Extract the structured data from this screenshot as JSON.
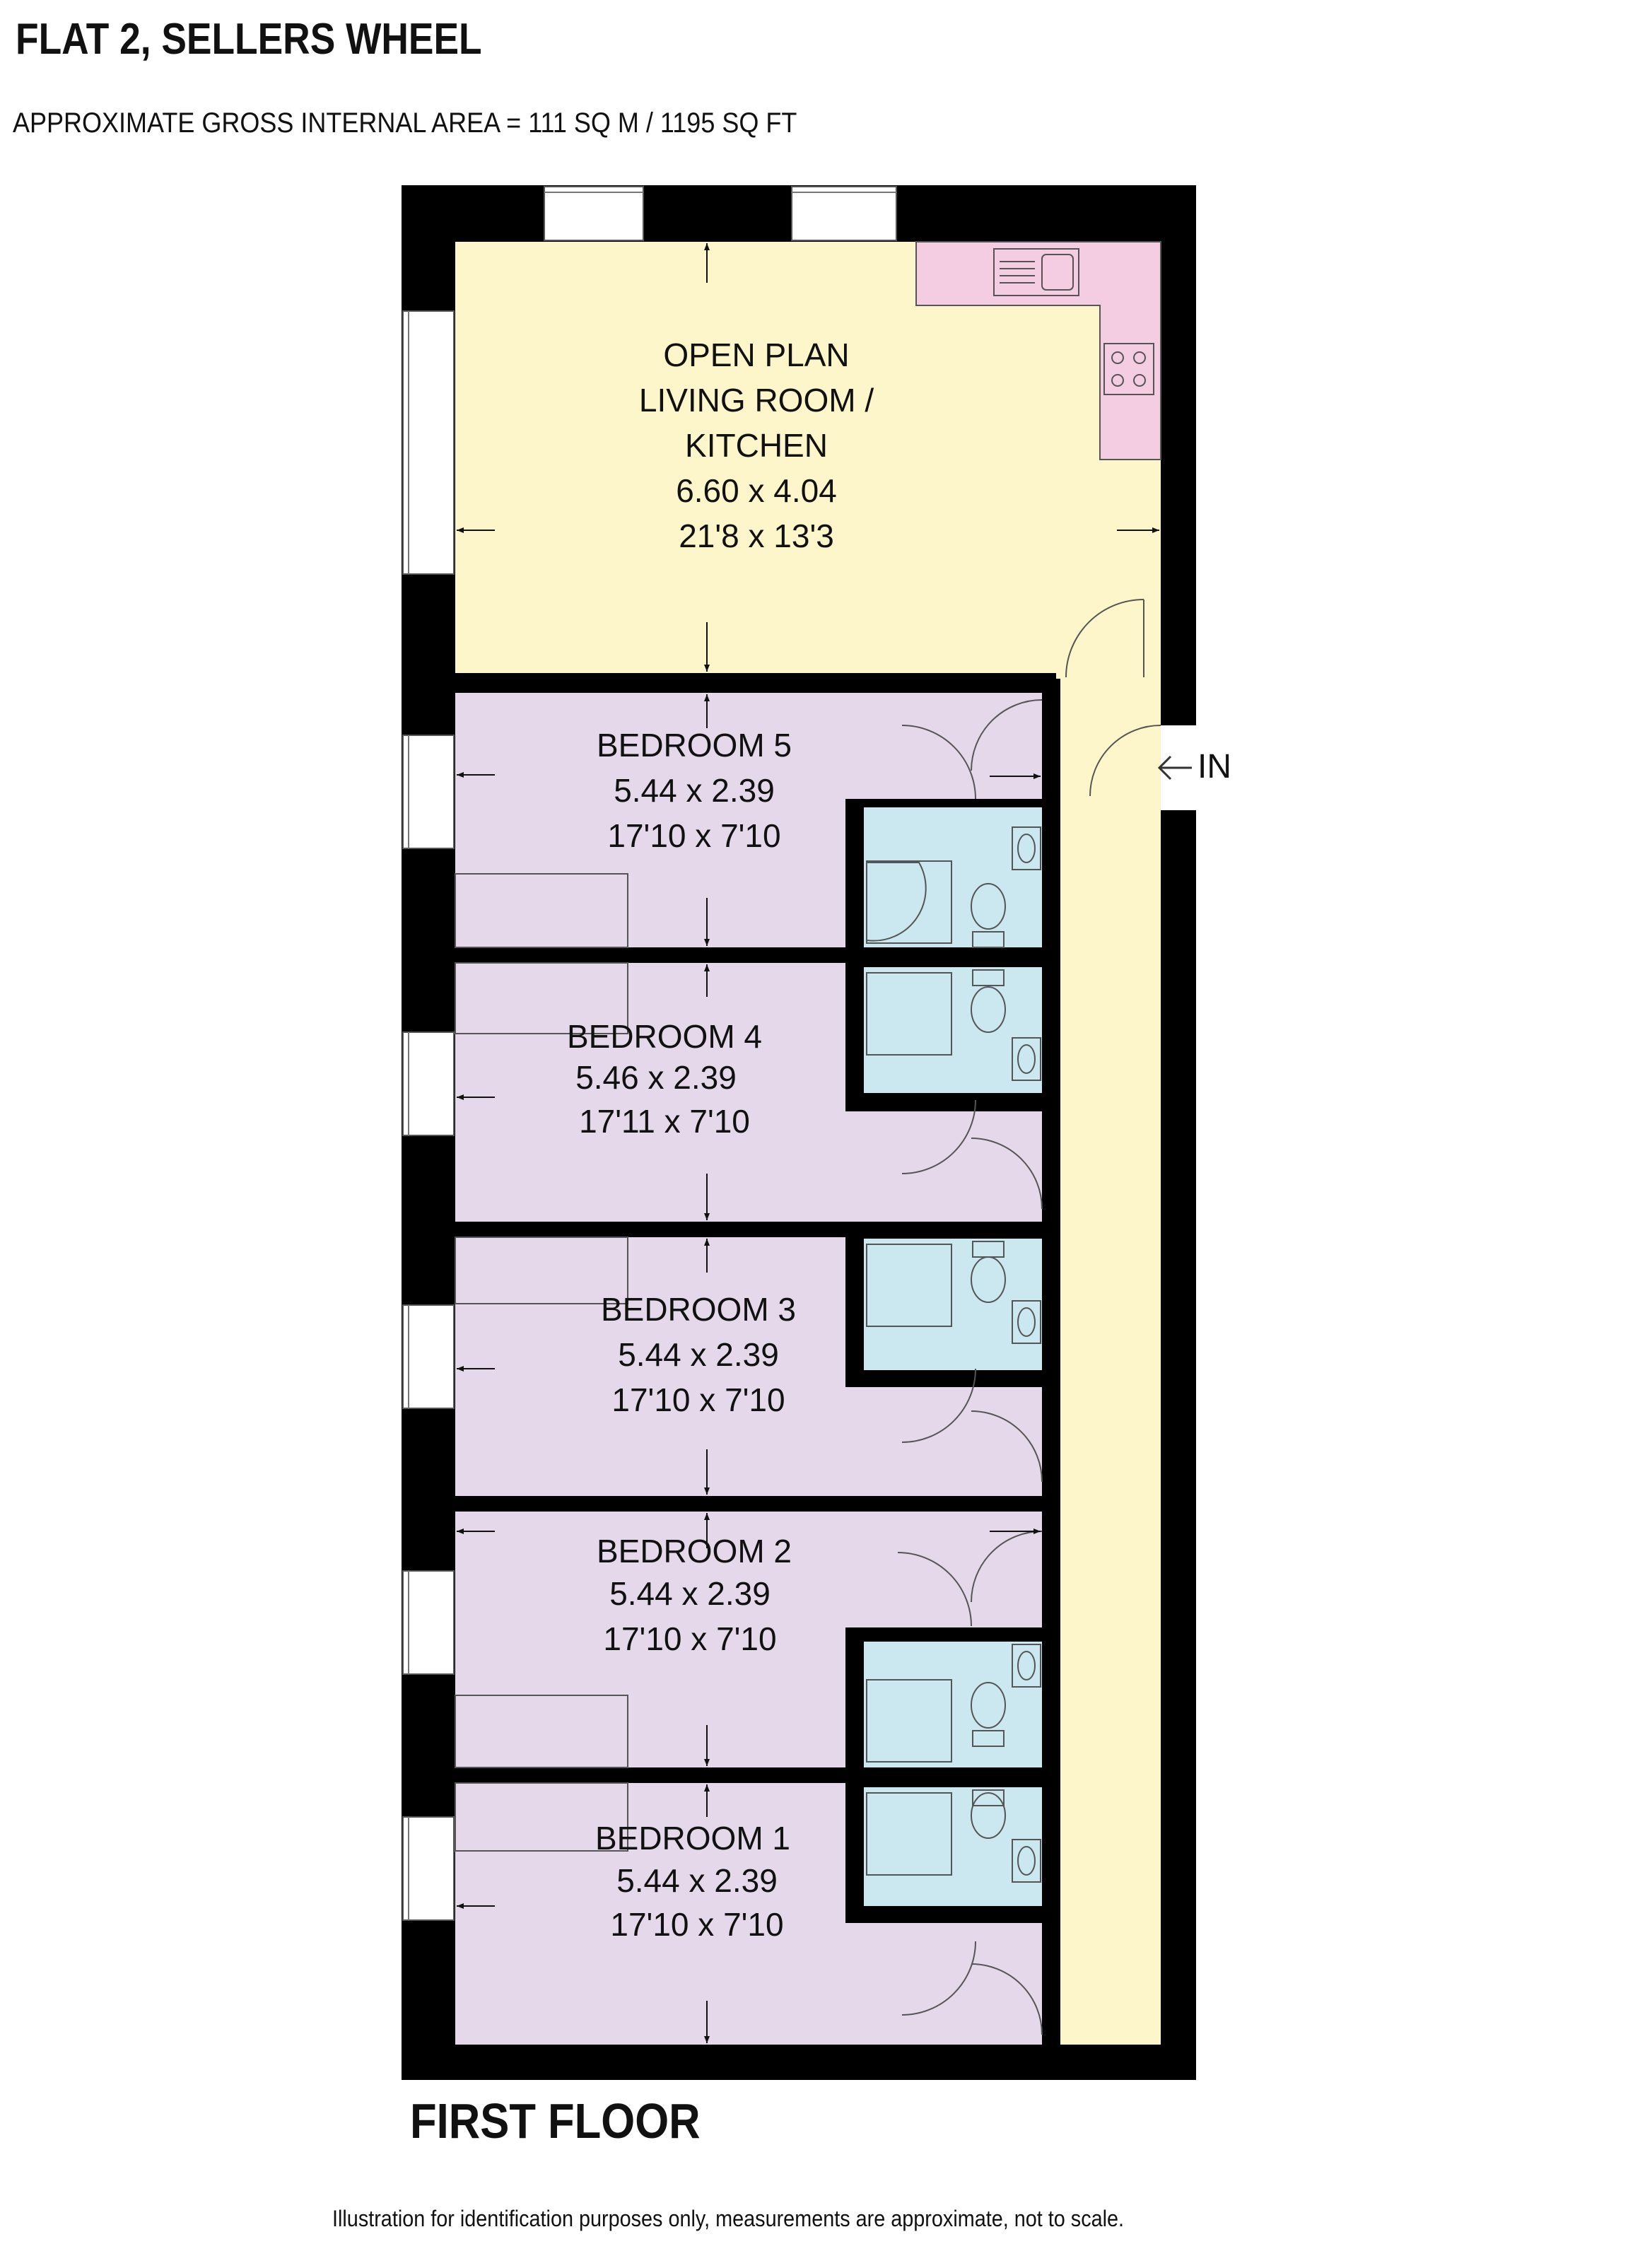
{
  "header": {
    "title": "FLAT 2, SELLERS WHEEL",
    "area": "APPROXIMATE GROSS INTERNAL AREA = 111 SQ M / 1195 SQ FT"
  },
  "rooms": {
    "living": {
      "name1": "OPEN PLAN",
      "name2": "LIVING ROOM /",
      "name3": "KITCHEN",
      "metric": "6.60 x 4.04",
      "imperial": "21'8 x 13'3"
    },
    "bed5": {
      "name": "BEDROOM 5",
      "metric": "5.44 x 2.39",
      "imperial": "17'10 x 7'10"
    },
    "bed4": {
      "name": "BEDROOM 4",
      "metric": "5.46 x 2.39",
      "imperial": "17'11 x 7'10"
    },
    "bed3": {
      "name": "BEDROOM 3",
      "metric": "5.44 x 2.39",
      "imperial": "17'10 x 7'10"
    },
    "bed2": {
      "name": "BEDROOM 2",
      "metric": "5.44 x 2.39",
      "imperial": "17'10 x 7'10"
    },
    "bed1": {
      "name": "BEDROOM 1",
      "metric": "5.44 x 2.39",
      "imperial": "17'10 x 7'10"
    }
  },
  "entrance": "IN",
  "floor": "FIRST FLOOR",
  "disclaimer": "Illustration for identification purposes only, measurements are approximate, not to scale.",
  "colors": {
    "wall": "#000000",
    "living": "#fdf6cb",
    "bedroom": "#e4d8ea",
    "kitchen": "#f5cde3",
    "bathroom": "#cbe8f0",
    "corridor": "#fdf6cb"
  }
}
